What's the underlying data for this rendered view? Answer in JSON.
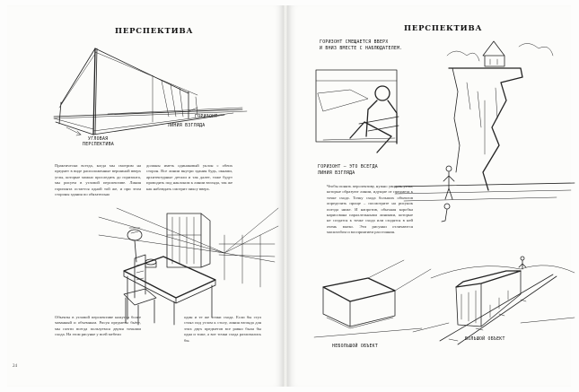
{
  "left_page": {
    "title": "ПЕРСПЕКТИВА",
    "labels": {
      "sight_line": "ЛИНИЯ ВЗГЛЯДА",
      "horizon": "ГОРИЗОНТ",
      "corner_1": "УГЛОВАЯ",
      "corner_2": "ПЕРСПЕКТИВА"
    },
    "para_1": "Практически всегда, когда мы смотрим на предмет в виде расположенные вершиной вверх углы, которые можно проследить до горизонта, мы рисуем в угловой перспективе. Линия горизонта остается одной той же, и при этом стороны здания по обязательно",
    "para_2": "должны иметь одинаковый уклон с обеих сторон. Все линии внутри здания будь, окнами, архитектурные детали и так далее, тоже будут проводить под наклоном к линии взгляда, так же как наблюдать смотрит пиксу вверх.",
    "para_3": "Объекты в угловой перспективе кажутся более чаванный и объемным. Рисуя предметы бьёте, мы почти всегда пользуемся двумя точками схода. На этом рисунке у всей мебели",
    "para_4": "один и те же точки схода. Если бы стул стоял под углом к столу, линия взгляда для этих двух предметов все равно была бы одна и тоже, а вот точки схода различались бы.",
    "page_number": "24"
  },
  "right_page": {
    "title": "ПЕРСПЕКТИВА",
    "labels": {
      "horizon_moves_1": "ГОРИЗОНТ СМЕЩАЕТСЯ ВВЕРХ",
      "horizon_moves_2": "И ВНИЗ ВМЕСТЕ С НАБЛЮДАТЕЛЕМ.",
      "horizon_is_1": "ГОРИЗОНТ – ЭТО ВСЕГДА",
      "horizon_is_2": "ЛИНИЯ ВЗГЛЯДА",
      "small_object": "НЕБОЛЬШОЙ ОБЪЕКТ",
      "big_object": "БОЛЬШОЙ ОБЪЕКТ"
    },
    "para_1": "Чтобы понять перспективу, нужно увидеть углы, которые образуют линии, идущие от предмета к точке схода. Точку схода больших объектов определить проще – посмотрите на рисунок поезда ниже. И напротив, обычная коробка нарисована параллельными линиями, которые не создатся к точке схода или сходятся в ней очень мягко. Эти рисунки отличаются масштабом и восприятием расстояния."
  }
}
